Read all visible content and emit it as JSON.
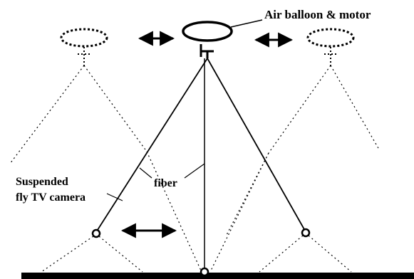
{
  "labels": {
    "balloon": "Air balloon & motor",
    "fiber": "fiber",
    "camera_line1": "Suspended",
    "camera_line2": "fly TV camera"
  },
  "colors": {
    "ink": "#000000",
    "background": "#ffffff"
  },
  "icons": {
    "balloon": "ellipse-outline",
    "balloon_ghost": "dotted-ellipse",
    "camera": "small-circle",
    "motion": "double-headed-arrow"
  }
}
